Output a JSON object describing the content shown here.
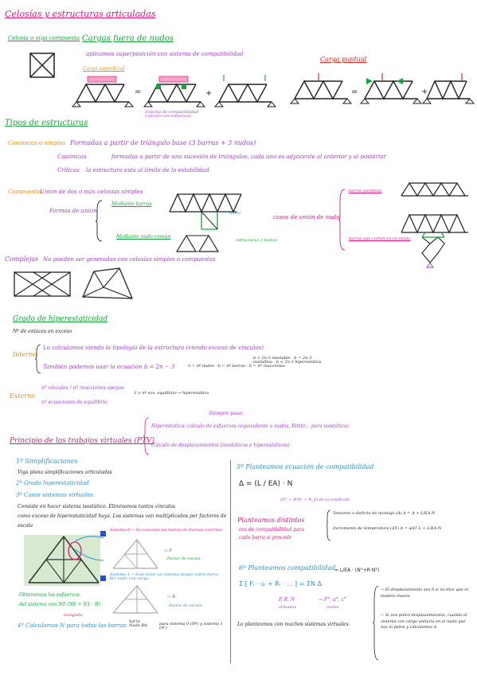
{
  "page": {
    "title": "Celosías y estructuras articuladas"
  },
  "cargas": {
    "celosia_label": "Celosía o viga compuesta",
    "heading": "Cargas fuera de nudos",
    "subtitle": "aplicamos superposición con sistema de compatibilidad",
    "superficial_label": "Carga superficial",
    "sistema_note": "Sistema de compatibilidad (cálculo con esfuerzos)",
    "puntual_label": "Carga puntual",
    "eq": "=",
    "plus": "+"
  },
  "tipos": {
    "heading": "Tipos de estructuras",
    "canonicas_label": "Canónicas o simples",
    "canonicas_text": "Formadas a partir de triángulo base (3 barras + 3 nudos)",
    "canonicas_sub_label": "Canónicas",
    "canonicas_sub_text": "formadas a partir de una sucesión de triángulos, cada uno es adyacente al anterior y al posterior",
    "criticas_label": "Críticas",
    "criticas_text": "la estructura está al límite de la estabilidad",
    "compuestas_label": "Compuestas",
    "compuestas_text": "Unión de dos o más celosías simples",
    "formas_label": "Formas de unión",
    "medianre_barras": "Mediante barras",
    "medianre_nudo": "Mediante nudo común",
    "unido": "unido",
    "estructuras_3barras": "estructuras 3 barras",
    "casos_label": "casos de unión de nudo",
    "barras_paralelas": "barras paralelas",
    "barras_cortan": "barras que cortan en un punto",
    "complejas_label": "Complejas",
    "complejas_text": "No pueden ser generadas con celosías simples o compuestas"
  },
  "grado": {
    "heading": "Grado de hiperestaticidad",
    "sub": "Nº de enlaces en exceso",
    "interno_label": "Interno",
    "interno_1": "Lo calculamos viendo la tipología de la estructura (viendo exceso de vínculos)",
    "interno_2": "También podemos usar la ecuación b = 2n − 3",
    "interno_legend": "n = nº nudos · b = nº barras · h = nº reacciones",
    "interno_cases": "b > 2n-3 inestable · b = 2n-3 isostática · b < 2n-3 hiperestática",
    "externo_label": "Externo",
    "externo_1": "nº vínculos / nº reacciones apoyos",
    "externo_2": "nº ecuaciones de equilibrio",
    "externo_rel": "3 > nº ecs. equilibrio → hiperestática",
    "siempre": "Siempre pasa:"
  },
  "ptv": {
    "heading": "Principio de los trabajos virtuales (PTV)",
    "hiper": "Hiperestática: cálculo de esfuerzos (equivalente a nudos, Ritter... para isostática)",
    "despl": "Cálculo de desplazamientos (isostáticos e hiperestáticos)",
    "s1": "1º Simplificaciones",
    "s1_text": "Viga plana simplificaciones articuladas",
    "s2": "2º Grado hiperestaticidad",
    "s3": "3º Casos sistemas virtuales",
    "s3_text1": "Consiste en hacer sistema isostático. Eliminamos tantos vínculos",
    "s3_text2": "como exceso de hiperestaticidad haya. Los sistemas van multiplicados por factores de",
    "s3_text3": "escala",
    "sistema0": "Sistema 0 → Se cancelan las barras de fuerzas externas",
    "factor0": "Factor de escala",
    "sistema1": "Sistema 1 → Solo tiene un sistema propio sobre barra del nudo con carga",
    "factor1": "Factor de escala",
    "obtenemos": "Obtenemos los esfuerzos",
    "del_sistema": "del sistema con N0 (N0 + N1 · R)",
    "incognita": "incógnita",
    "s4": "4º Calculamos N para todas las barras",
    "s4_barra": "barra Nudo Rit.",
    "s4_para": "para sistema 0 (Nº) y sistema 1 (N')",
    "s5": "5º Planteamos ecuación de compatibilidad",
    "delta_eq": "Δ = (L / EA) · N",
    "delta_sub": "(N° + R·N¹ + N_k) de la condición",
    "plant_label": "Planteamos distintos",
    "plant_2": "ecs de compatibilidad para",
    "plant_3": "cada barra si procede",
    "tenso": "Tensores o defecto de montaje (Δ) Δ = Δ + L/EA N",
    "incremento": "Incremento de temperatura (ΔT) Δ = αΔT L + L/EA N",
    "s6": "6º Planteamos compatibilidad",
    "s6_eq_label": "Σ [ Fᵢ · uᵢ + Rᵢ · ... ] = ΣN Δ",
    "s6_mid": "P, R, N",
    "s6_mid2": "virtuales",
    "s6_mid3": "→ F°, u°, ε°",
    "s6_mid4": "reales",
    "s6_conc": "Lo planteamos con muchos sistemas virtuales.",
    "s6_right1": "− El desplazamiento sea 0 si no dice que el modelo mueve",
    "s6_right2": "− Si nos piden desplazamientos, cuando el sistema con carga unitaria en el nudo que nos lo piden y calculamos Δ"
  },
  "colors": {
    "pink": "#e2137a",
    "green": "#17a33a",
    "purple": "#a23bd1",
    "orange": "#f08a12",
    "blue": "#2a8fd6"
  }
}
